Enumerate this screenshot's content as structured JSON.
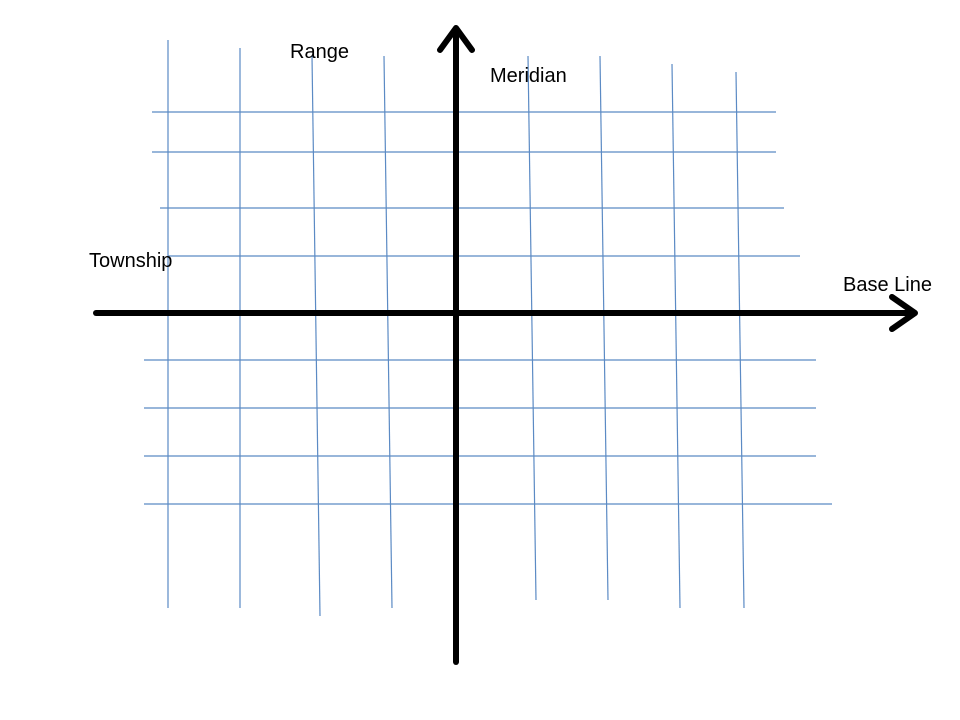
{
  "labels": {
    "range": "Range",
    "meridian": "Meridian",
    "township": "Township",
    "base_line": "Base Line"
  },
  "colors": {
    "grid_line": "#5b8ac4",
    "axis": "#000000",
    "background": "#ffffff"
  }
}
